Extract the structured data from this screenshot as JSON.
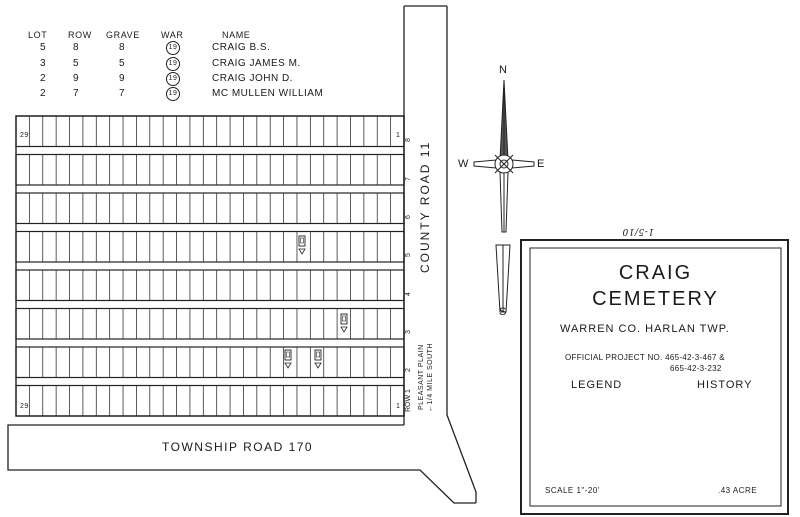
{
  "burials": {
    "headers": {
      "lot": "LOT",
      "row": "ROW",
      "grave": "GRAVE",
      "war": "WAR",
      "name": "NAME"
    },
    "rows": [
      {
        "lot": "5",
        "row": "8",
        "grave": "8",
        "war": "19",
        "name": "CRAIG   B.S."
      },
      {
        "lot": "3",
        "row": "5",
        "grave": "5",
        "war": "19",
        "name": "CRAIG   JAMES M."
      },
      {
        "lot": "2",
        "row": "9",
        "grave": "9",
        "war": "19",
        "name": "CRAIG   JOHN D."
      },
      {
        "lot": "2",
        "row": "7",
        "grave": "7",
        "war": "19",
        "name": "MC MULLEN   WILLIAM"
      }
    ]
  },
  "plot": {
    "corner_top": "29",
    "corner_bottom": "29",
    "right_end_top": "1",
    "right_end_bottom": "1",
    "row_numbers": [
      "8",
      "7",
      "6",
      "5",
      "4",
      "3",
      "2",
      "ROW 1"
    ],
    "row_count": 8,
    "columns_per_row": 29
  },
  "roads": {
    "county": "COUNTY   ROAD   11",
    "township": "TOWNSHIP  ROAD   170",
    "direction_line1": "PLEASANT  PLAIN",
    "direction_line2": "←1/4 MILE SOUTH"
  },
  "compass": {
    "n": "N",
    "s": "S",
    "e": "E",
    "w": "W"
  },
  "legend_box": {
    "handwritten_note": "1-5/10",
    "title_line1": "CRAIG",
    "title_line2": "CEMETERY",
    "location": "WARREN CO.  HARLAN  TWP.",
    "project_line1": "OFFICIAL PROJECT NO. 465-42-3-467 &",
    "project_line2": "665-42-3-232",
    "legend": "LEGEND",
    "history": "HISTORY",
    "scale": "SCALE  1\"-20'",
    "acreage": ".43  ACRE"
  }
}
